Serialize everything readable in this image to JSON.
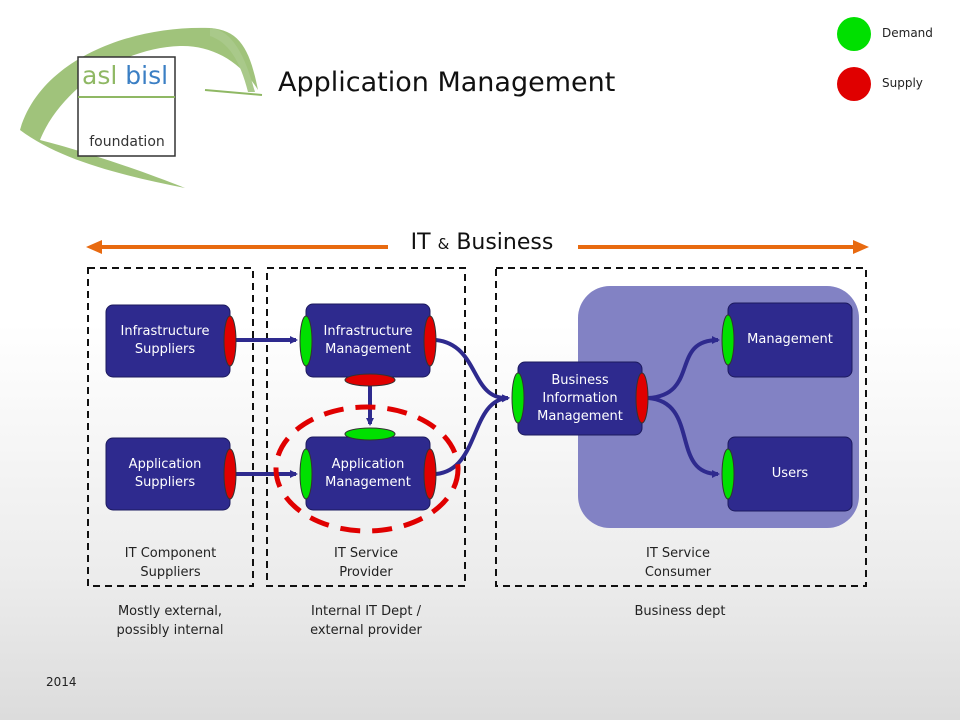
{
  "logo": {
    "line1_part1": "asl",
    "line1_part2": "bisl",
    "line2": "foundation"
  },
  "title": "Application Management",
  "legend": [
    {
      "label": "Demand",
      "color": "#00e000"
    },
    {
      "label": "Supply",
      "color": "#e00000"
    }
  ],
  "banner": {
    "text_it": "IT",
    "text_amp": "&",
    "text_business": "Business",
    "arrow_color": "#e86a10"
  },
  "boxes": {
    "infra_suppliers": "Infrastructure\nSuppliers",
    "app_suppliers": "Application\nSuppliers",
    "infra_mgmt": "Infrastructure\nManagement",
    "app_mgmt": "Application\nManagement",
    "bim": "Business\nInformation\nManagement",
    "management": "Management",
    "users": "Users"
  },
  "zones": [
    {
      "label": "IT Component\nSuppliers",
      "description": "Mostly external,\npossibly internal"
    },
    {
      "label": "IT Service\nProvider",
      "description": "Internal IT Dept /\nexternal provider"
    },
    {
      "label": "IT Service\nConsumer",
      "description": "Business dept"
    }
  ],
  "footer_year": "2014",
  "colors": {
    "box_fill": "#2e2a8e",
    "box_stroke": "#1c1a5e",
    "connector": "#2e2a8e",
    "consumer_panel": "#8282c4",
    "highlight": "#e00000",
    "logo_green": "#8fb864",
    "logo_blue": "#3b7fc4"
  }
}
